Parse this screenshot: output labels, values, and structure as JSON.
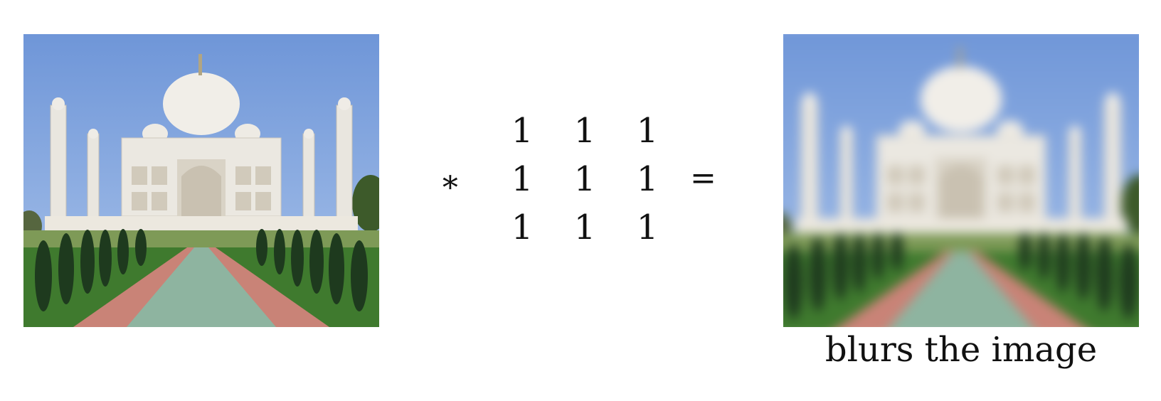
{
  "operators": {
    "convolve": "∗",
    "equals": "="
  },
  "kernel": [
    [
      "1",
      "1",
      "1"
    ],
    [
      "1",
      "1",
      "1"
    ],
    [
      "1",
      "1",
      "1"
    ]
  ],
  "caption": "blurs the image"
}
